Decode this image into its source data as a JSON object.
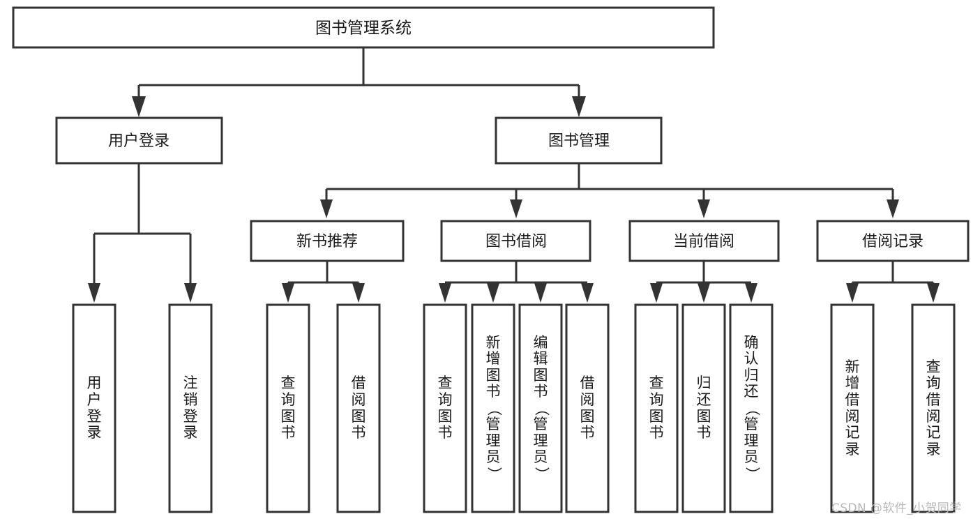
{
  "diagram": {
    "type": "tree",
    "title": "图书管理系统",
    "orientation": "top-down",
    "colors": {
      "box_stroke": "#333333",
      "box_fill": "#ffffff",
      "text": "#1a1a1a",
      "background": "#ffffff",
      "watermark": "#b9b9b9"
    },
    "root": {
      "label": "图书管理系统"
    },
    "level2": [
      {
        "label": "用户登录"
      },
      {
        "label": "图书管理"
      }
    ],
    "level3": [
      {
        "label": "新书推荐"
      },
      {
        "label": "图书借阅"
      },
      {
        "label": "当前借阅"
      },
      {
        "label": "借阅记录"
      }
    ],
    "leaves": {
      "user_login": [
        {
          "label": "用户登录"
        },
        {
          "label": "注销登录"
        }
      ],
      "new_book_recommend": [
        {
          "label": "查询图书"
        },
        {
          "label": "借阅图书"
        }
      ],
      "book_borrow": [
        {
          "label": "查询图书"
        },
        {
          "label": "新增图书（管理员）"
        },
        {
          "label": "编辑图书（管理员）"
        },
        {
          "label": "借阅图书"
        }
      ],
      "current_borrow": [
        {
          "label": "查询图书"
        },
        {
          "label": "归还图书"
        },
        {
          "label": "确认归还（管理员）"
        }
      ],
      "borrow_record": [
        {
          "label": "新增借阅记录"
        },
        {
          "label": "查询借阅记录"
        }
      ]
    }
  },
  "watermark": {
    "text": "CSDN @软件_小贺同学"
  }
}
